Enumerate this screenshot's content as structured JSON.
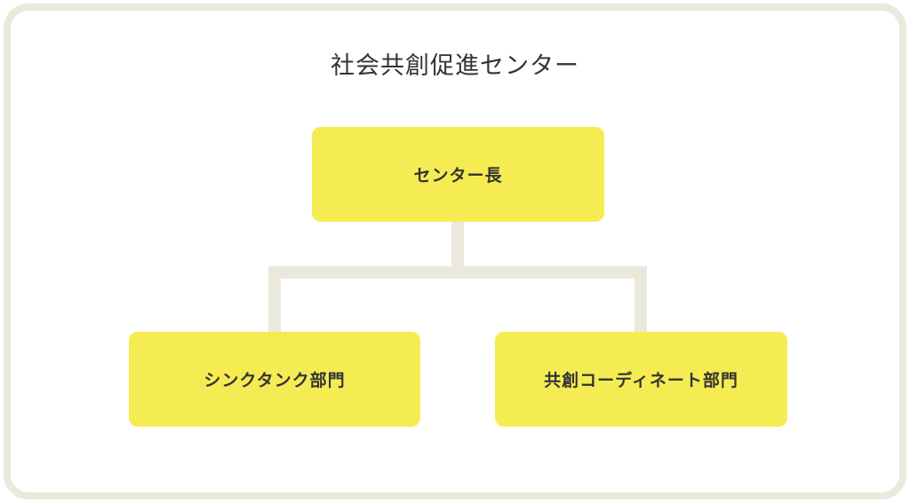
{
  "diagram": {
    "title": "社会共創促進センター",
    "nodes": {
      "top": "センター長",
      "left": "シンクタンク部門",
      "right": "共創コーディネート部門"
    },
    "colors": {
      "node_fill": "#f5ec53",
      "connector": "#ebe8dc",
      "frame": "#ebe8dc",
      "text": "#333333"
    }
  }
}
